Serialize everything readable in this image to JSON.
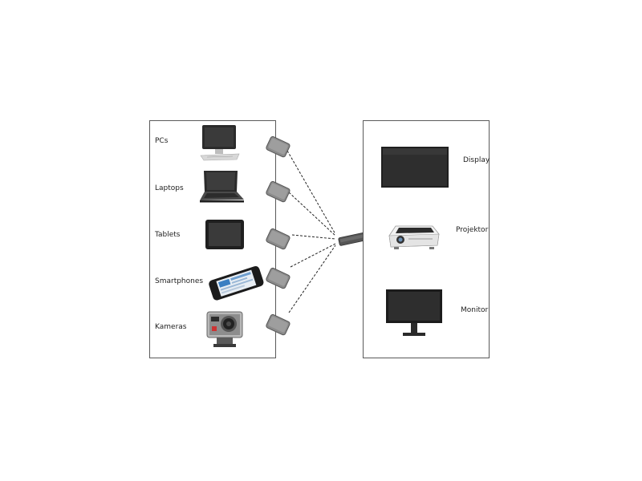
{
  "sources": [
    {
      "label": "PCs",
      "icon": "desktop-pc-icon"
    },
    {
      "label": "Laptops",
      "icon": "laptop-icon"
    },
    {
      "label": "Tablets",
      "icon": "tablet-icon"
    },
    {
      "label": "Smartphones",
      "icon": "smartphone-icon"
    },
    {
      "label": "Kameras",
      "icon": "action-camera-icon"
    }
  ],
  "outputs": [
    {
      "label": "Display",
      "icon": "display-panel-icon"
    },
    {
      "label": "Projektor",
      "icon": "projector-icon"
    },
    {
      "label": "Monitor",
      "icon": "monitor-icon"
    }
  ],
  "colors": {
    "device_dark": "#2b2b2b",
    "transmitter": "#8a8a8a",
    "border": "#5a5a5a",
    "link": "#222222"
  }
}
